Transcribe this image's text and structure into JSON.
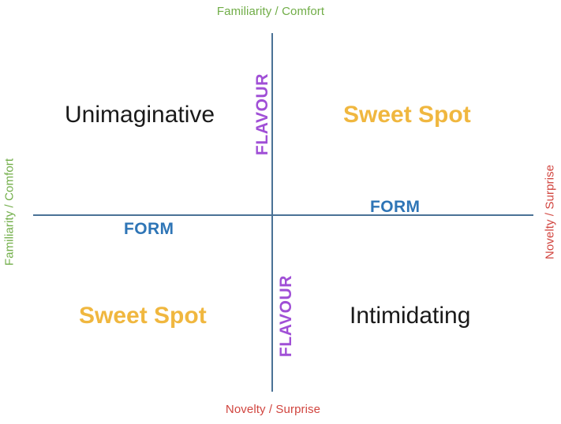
{
  "diagram": {
    "title_context": "Flavour / Form positioning quadrant",
    "background_color": "#FFFFFF",
    "axes": {
      "line_color": "#4A7296",
      "horizontal_axis_name": "FORM axis",
      "vertical_axis_name": "FLAVOUR axis"
    },
    "outer_labels": {
      "top": "Familiarity / Comfort",
      "bottom": "Novelty / Surprise",
      "left": "Familiarity / Comfort",
      "right": "Novelty / Surprise",
      "familiarity_color": "#70AD47",
      "novelty_color": "#D1453F"
    },
    "axis_titles": {
      "flavour_upper": "FLAVOUR",
      "flavour_lower": "FLAVOUR",
      "form_right": "FORM",
      "form_left": "FORM",
      "flavour_color": "#A04FD6",
      "form_color": "#2E75B6"
    },
    "quadrants": [
      {
        "position": "top-left",
        "label": "Unimaginative",
        "color": "#1A1A1A",
        "weight": "regular"
      },
      {
        "position": "top-right",
        "label": "Sweet Spot",
        "color": "#F0B73F",
        "weight": "bold"
      },
      {
        "position": "bottom-left",
        "label": "Sweet Spot",
        "color": "#F0B73F",
        "weight": "bold"
      },
      {
        "position": "bottom-right",
        "label": "Intimidating",
        "color": "#1A1A1A",
        "weight": "regular"
      }
    ]
  }
}
